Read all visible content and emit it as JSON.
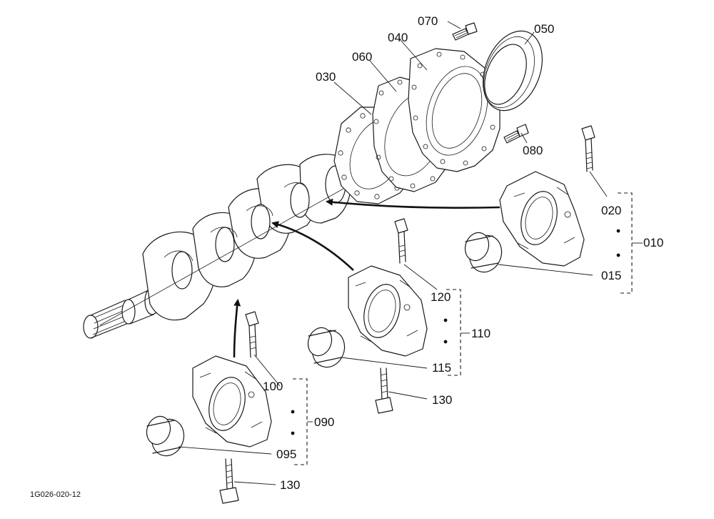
{
  "diagram": {
    "reference": "1G026-020-12",
    "labels": {
      "p010": "010",
      "p015": "015",
      "p020": "020",
      "p030": "030",
      "p040": "040",
      "p050": "050",
      "p060": "060",
      "p070": "070",
      "p080": "080",
      "p090": "090",
      "p095": "095",
      "p100": "100",
      "p110": "110",
      "p115": "115",
      "p120": "120",
      "p130a": "130",
      "p130b": "130"
    }
  }
}
